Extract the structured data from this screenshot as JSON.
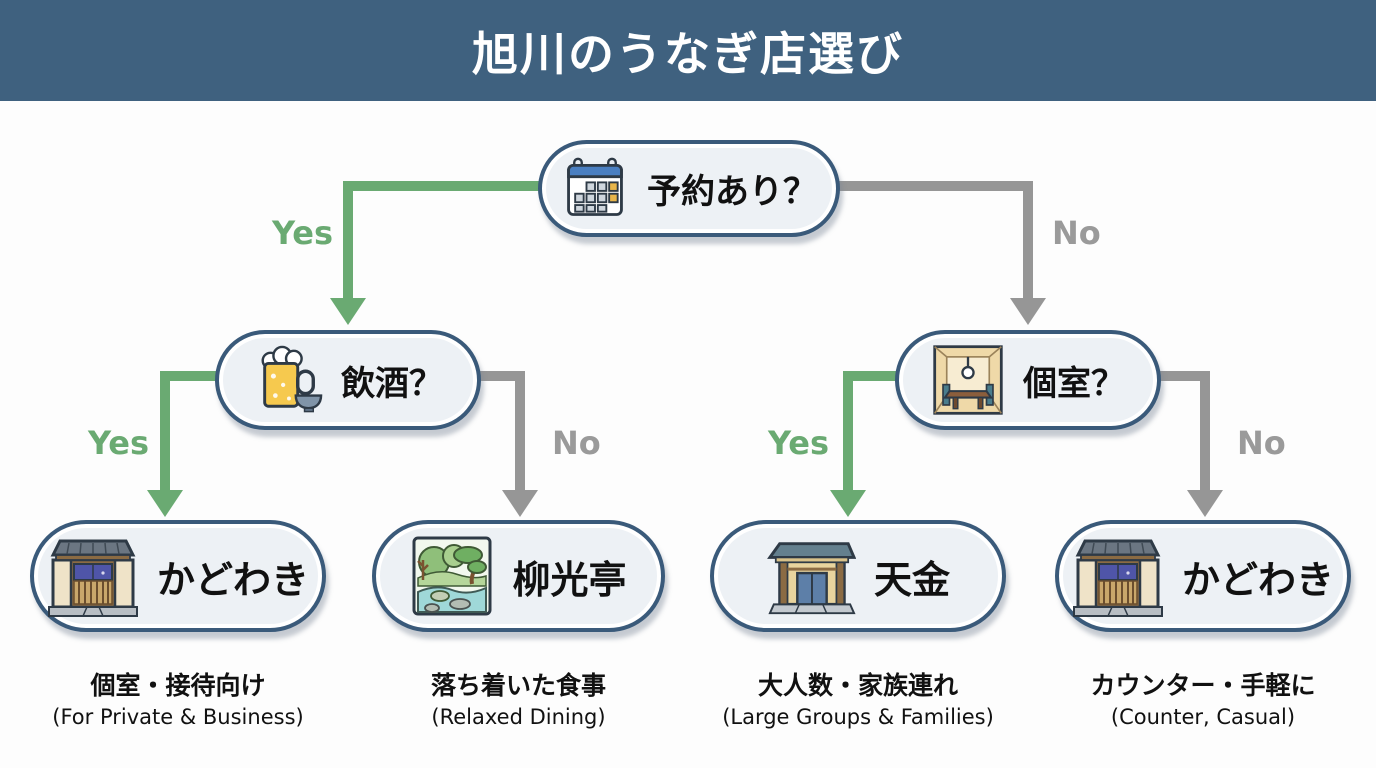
{
  "header": {
    "title": "旭川のうなぎ店選び"
  },
  "labels": {
    "yes": "Yes",
    "no": "No"
  },
  "nodes": {
    "root": {
      "label": "予約あり？",
      "icon": "calendar-icon"
    },
    "drink": {
      "label": "飲酒？",
      "icon": "beer-icon"
    },
    "room": {
      "label": "個室？",
      "icon": "private-room-icon"
    }
  },
  "leaves": [
    {
      "name": "かどわき",
      "icon": "shopfront-icon",
      "caption_jp": "個室・接待向け",
      "caption_en": "(For Private & Business)"
    },
    {
      "name": "柳光亭",
      "icon": "garden-icon",
      "caption_jp": "落ち着いた食事",
      "caption_en": "(Relaxed Dining)"
    },
    {
      "name": "天金",
      "icon": "building-icon",
      "caption_jp": "大人数・家族連れ",
      "caption_en": "(Large Groups & Families)"
    },
    {
      "name": "かどわき",
      "icon": "shopfront-icon",
      "caption_jp": "カウンター・手軽に",
      "caption_en": "(Counter, Casual)"
    }
  ],
  "colors": {
    "header_bg": "#3f617f",
    "header_text": "#ffffff",
    "yes_green": "#6aaa72",
    "no_gray": "#969696",
    "node_border": "#3a5a7a",
    "node_fill": "#edf1f5"
  }
}
